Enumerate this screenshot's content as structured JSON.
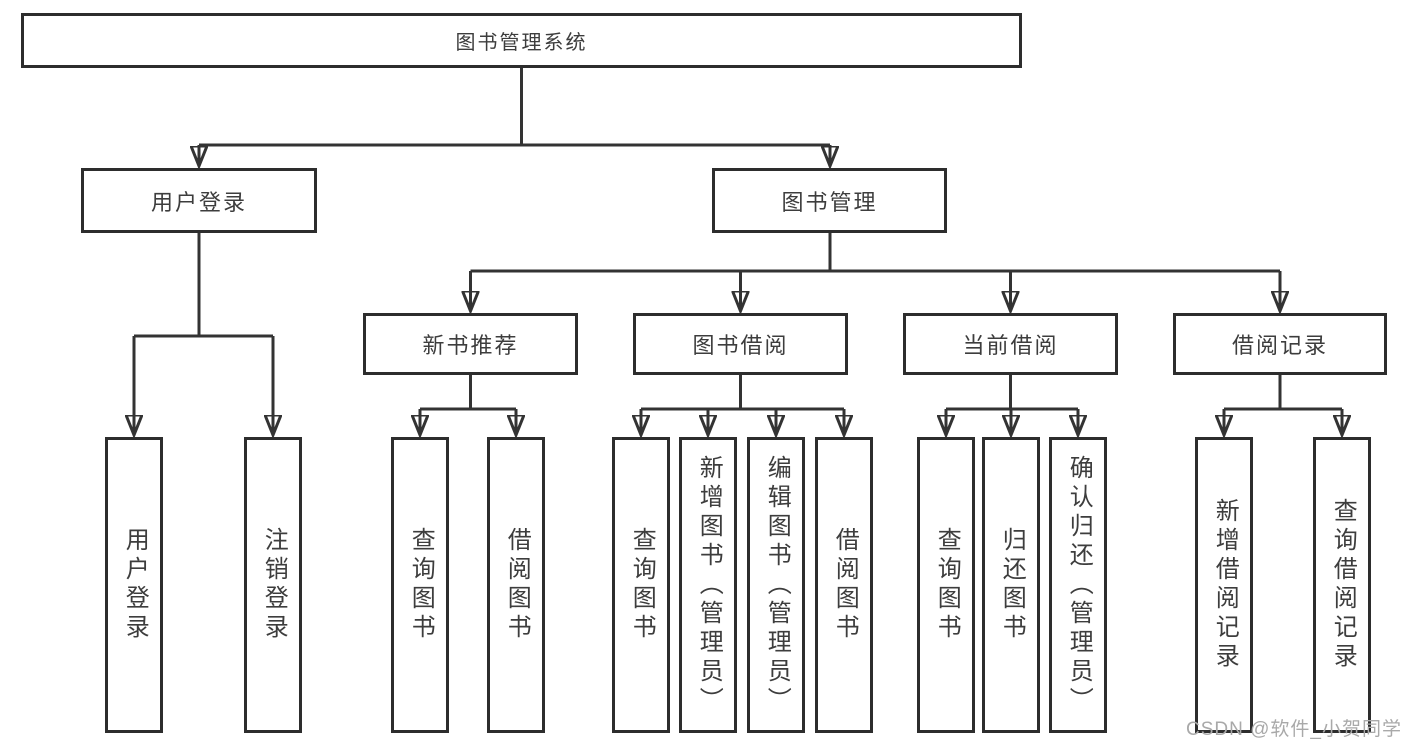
{
  "diagram": {
    "root": {
      "label": "图书管理系统"
    },
    "level2": [
      {
        "label": "用户登录"
      },
      {
        "label": "图书管理"
      }
    ],
    "level3": [
      {
        "label": "新书推荐"
      },
      {
        "label": "图书借阅"
      },
      {
        "label": "当前借阅"
      },
      {
        "label": "借阅记录"
      }
    ],
    "leaves": {
      "login": [
        {
          "label": "用户登录"
        },
        {
          "label": "注销登录"
        }
      ],
      "recommend": [
        {
          "label": "查询图书"
        },
        {
          "label": "借阅图书"
        }
      ],
      "borrow": [
        {
          "label": "查询图书"
        },
        {
          "label": "新增图书（管理员）"
        },
        {
          "label": "编辑图书（管理员）"
        },
        {
          "label": "借阅图书"
        }
      ],
      "current": [
        {
          "label": "查询图书"
        },
        {
          "label": "归还图书"
        },
        {
          "label": "确认归还（管理员）"
        }
      ],
      "records": [
        {
          "label": "新增借阅记录"
        },
        {
          "label": "查询借阅记录"
        }
      ]
    },
    "watermark": "CSDN @软件_小贺同学",
    "colors": {
      "line": "#333333",
      "box_border": "#2d2d2d",
      "text": "#3d3d3d",
      "watermark": "#a9a9a9",
      "background": "#ffffff"
    }
  }
}
